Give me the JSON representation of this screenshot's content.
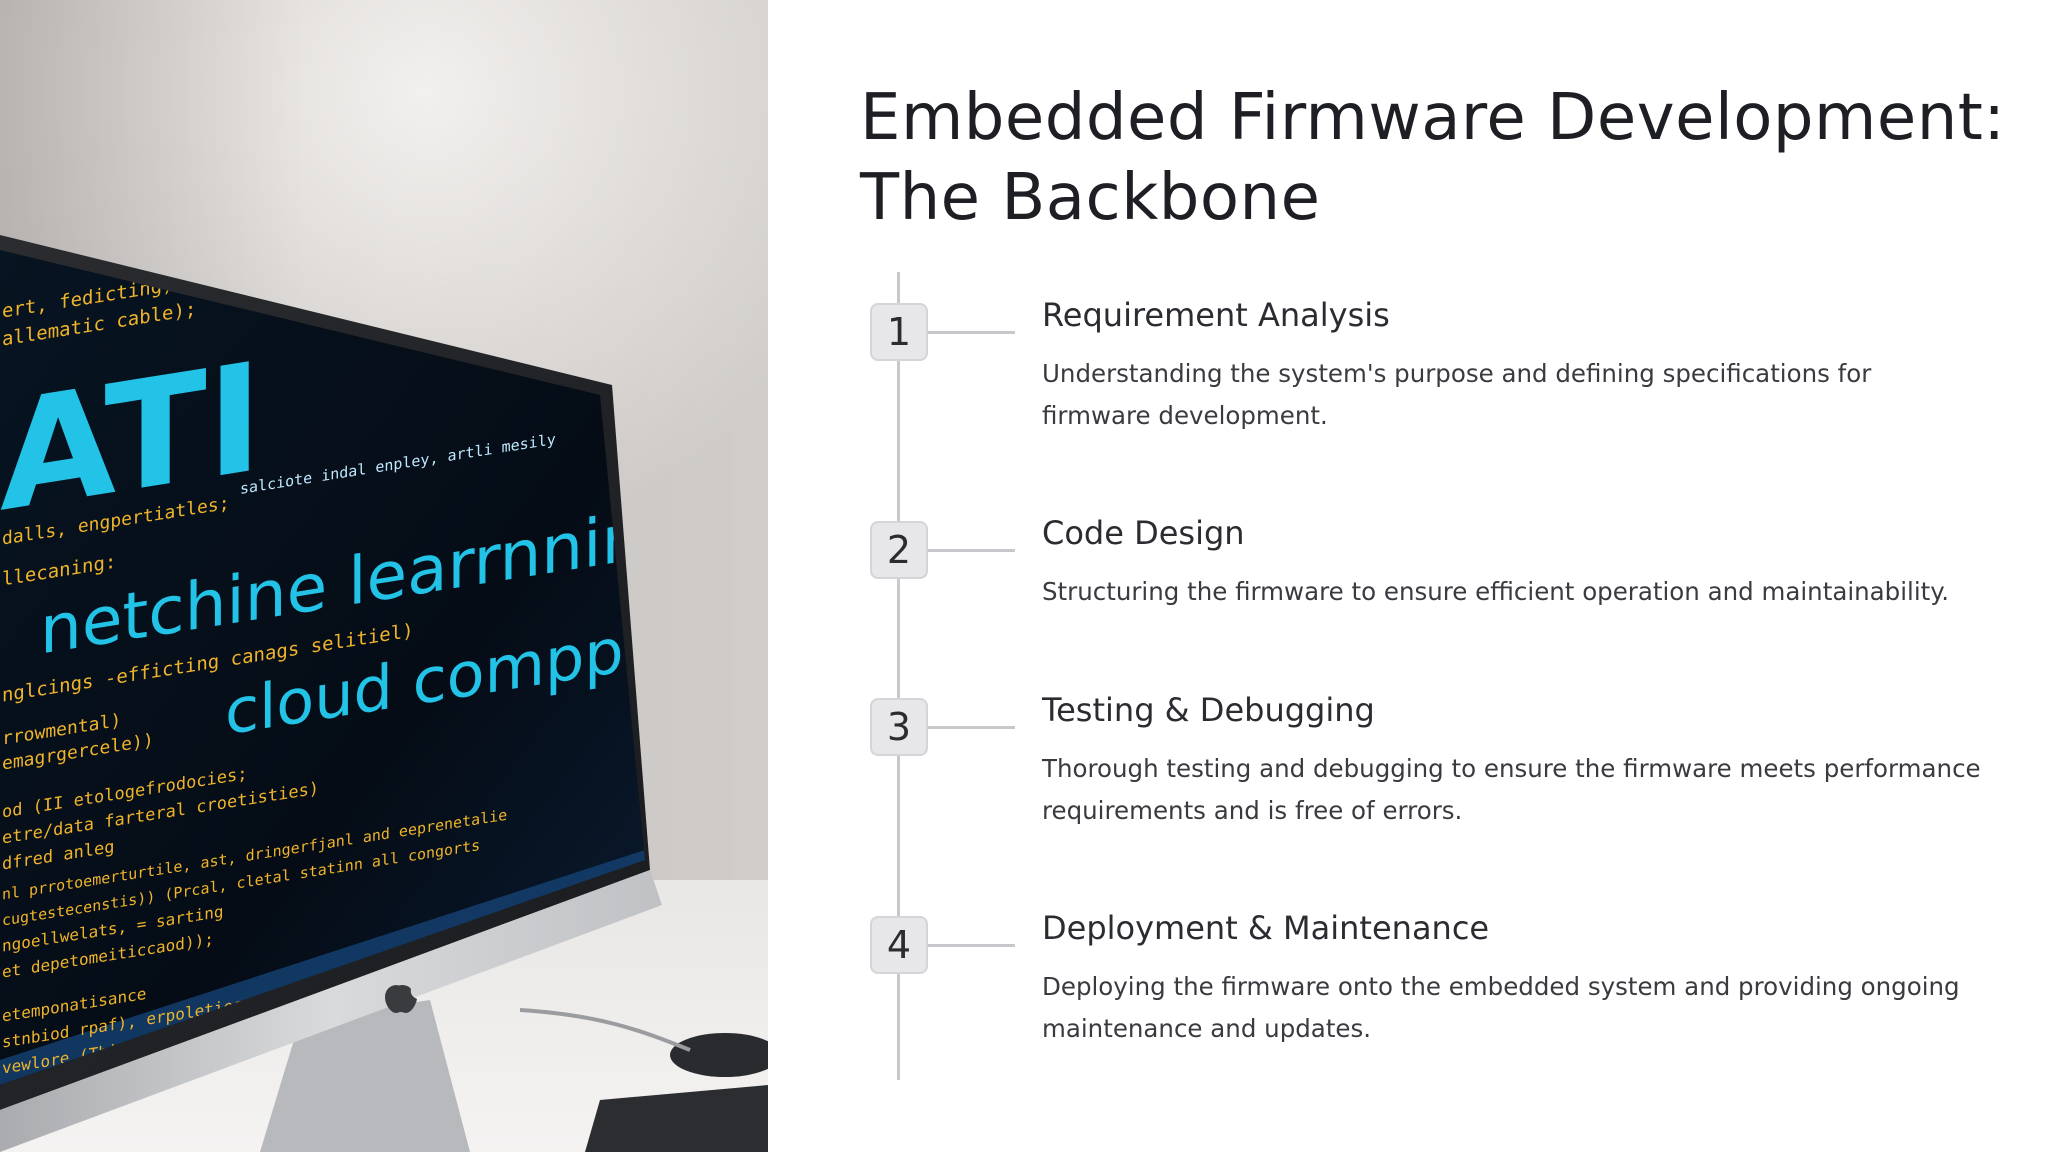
{
  "slide": {
    "title_lines": [
      "Embedded Firmware Development:",
      "The Backbone"
    ]
  },
  "photo": {
    "screen_words": {
      "big": "ATI",
      "line1": "netchine  learrnning",
      "line2": "cloud  compputing"
    },
    "screen_code_lines": [
      "ert, fedicting)",
      "allematic cable);",
      "salciote indal enpley, artli mesily",
      "dalls, engpertiatles;",
      "llecaning:",
      "nglcings -efficting canags selitiel)",
      "rrowmental)",
      "emagrgercele))",
      "od (II etologefrodocies;",
      "etre/data farteral croetisties)",
      "dfred anleg",
      "nl prrotoemerturtile, ast, dringerfjanl and eeprenetalie",
      "cugtestecenstis)) (Prcal, cletal statinn all congorts",
      "ngoellwelats, = sarting",
      "et depetomeiticcaod));",
      "etemponatisance",
      "stnbiod rpaf), erpoleties confectiones))",
      "vewlore (Thisteb, arti)"
    ]
  },
  "timeline": {
    "steps": [
      {
        "number": "1",
        "title": "Requirement Analysis",
        "description": "Understanding the system's purpose and defining specifications for firmware development."
      },
      {
        "number": "2",
        "title": "Code Design",
        "description": "Structuring the firmware to ensure efficient operation and maintainability."
      },
      {
        "number": "3",
        "title": "Testing & Debugging",
        "description": "Thorough testing and debugging to ensure the firmware meets performance requirements and is free of errors."
      },
      {
        "number": "4",
        "title": "Deployment & Maintenance",
        "description": "Deploying the firmware onto the embedded system and providing ongoing maintenance and updates."
      }
    ]
  },
  "colors": {
    "title_text": "#1e1f24",
    "body_text": "#3a3b40",
    "timeline_line": "#c8c8cc",
    "badge_fill": "#e7e7ea",
    "screen_cyan": "#22c3e6",
    "screen_amber": "#f0b42a"
  }
}
